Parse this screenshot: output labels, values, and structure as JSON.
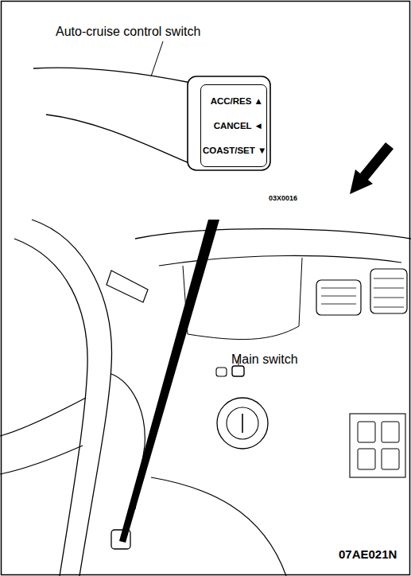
{
  "diagram": {
    "nodes": [
      {
        "text": [
          "ACC/RES ▲",
          "CANCEL ◄",
          "COAST/SET ▼"
        ]
      }
    ],
    "labels": [
      "Auto-cruise control switch",
      "03X0016",
      "Main switch",
      "07AE021N"
    ]
  }
}
